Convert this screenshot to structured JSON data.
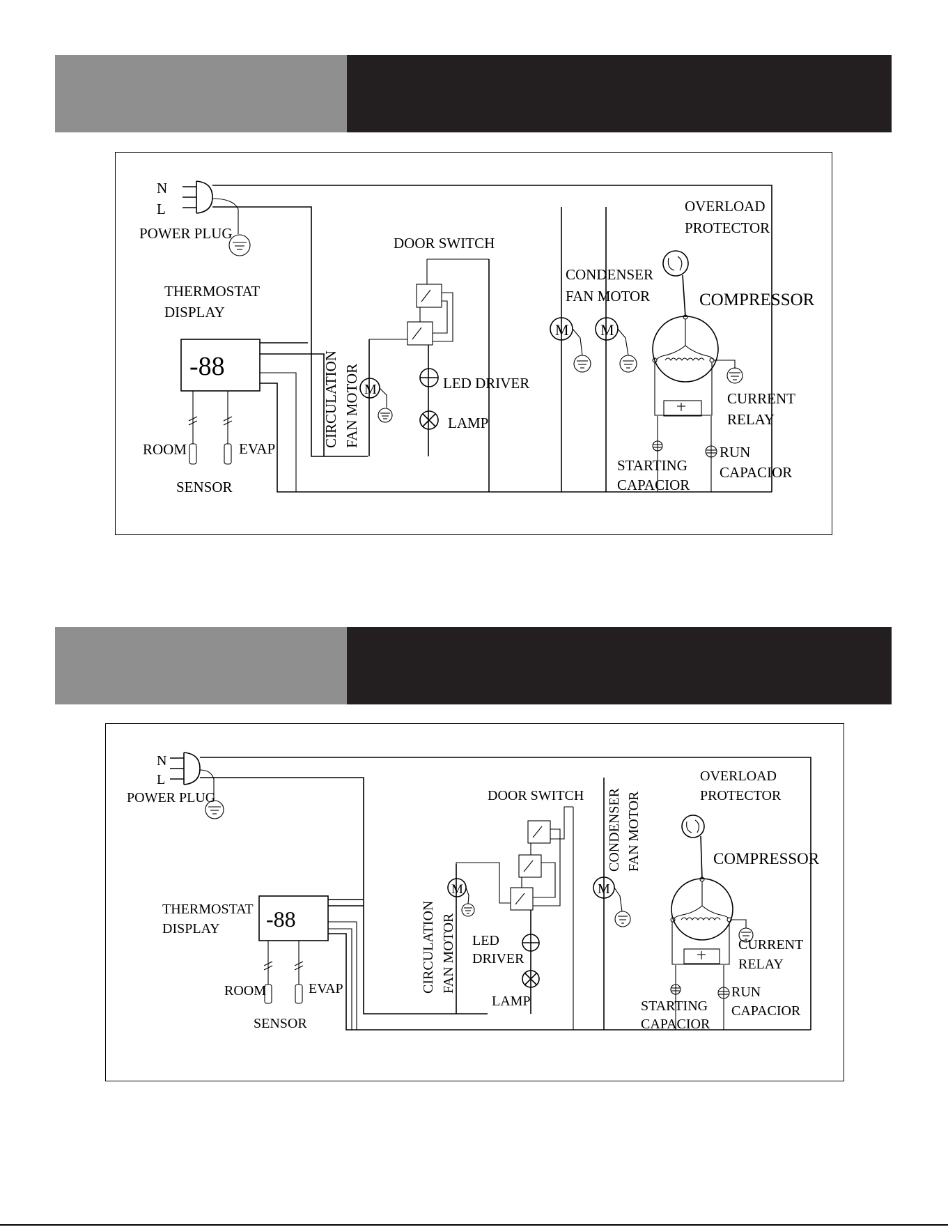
{
  "diagram1": {
    "labels": {
      "n": "N",
      "l": "L",
      "power_plug": "POWER PLUG",
      "thermostat": "THERMOSTAT",
      "display": "DISPLAY",
      "display_digits": "-88",
      "room": "ROOM",
      "evap": "EVAP",
      "sensor": "SENSOR",
      "door_switch": "DOOR SWITCH",
      "circulation": "CIRCULATION",
      "fan_motor": "FAN MOTOR",
      "motor_symbol": "M",
      "led_driver": "LED DRIVER",
      "lamp": "LAMP",
      "condenser": "CONDENSER",
      "condenser_fan_motor": "FAN MOTOR",
      "overload": "OVERLOAD",
      "protector": "PROTECTOR",
      "compressor": "COMPRESSOR",
      "current": "CURRENT",
      "relay": "RELAY",
      "starting": "STARTING",
      "starting_capacitor": "CAPACIOR",
      "run": "RUN",
      "run_capacitor": "CAPACIOR"
    }
  },
  "diagram2": {
    "labels": {
      "n": "N",
      "l": "L",
      "power_plug": "POWER PLUG",
      "thermostat": "THERMOSTAT",
      "display": "DISPLAY",
      "display_digits": "-88",
      "room": "ROOM",
      "evap": "EVAP",
      "sensor": "SENSOR",
      "door_switch": "DOOR SWITCH",
      "circulation": "CIRCULATION",
      "fan_motor": "FAN MOTOR",
      "motor_symbol": "M",
      "led": "LED",
      "driver": "DRIVER",
      "lamp": "LAMP",
      "condenser": "CONDENSER",
      "condenser_fan_motor": "FAN MOTOR",
      "overload": "OVERLOAD",
      "protector": "PROTECTOR",
      "compressor": "COMPRESSOR",
      "current": "CURRENT",
      "relay": "RELAY",
      "starting": "STARTING",
      "starting_capacitor": "CAPACIOR",
      "run": "RUN",
      "run_capacitor": "CAPACIOR"
    }
  },
  "colors": {
    "header_grey": "#8f8f8f",
    "header_dark": "#231f20"
  }
}
